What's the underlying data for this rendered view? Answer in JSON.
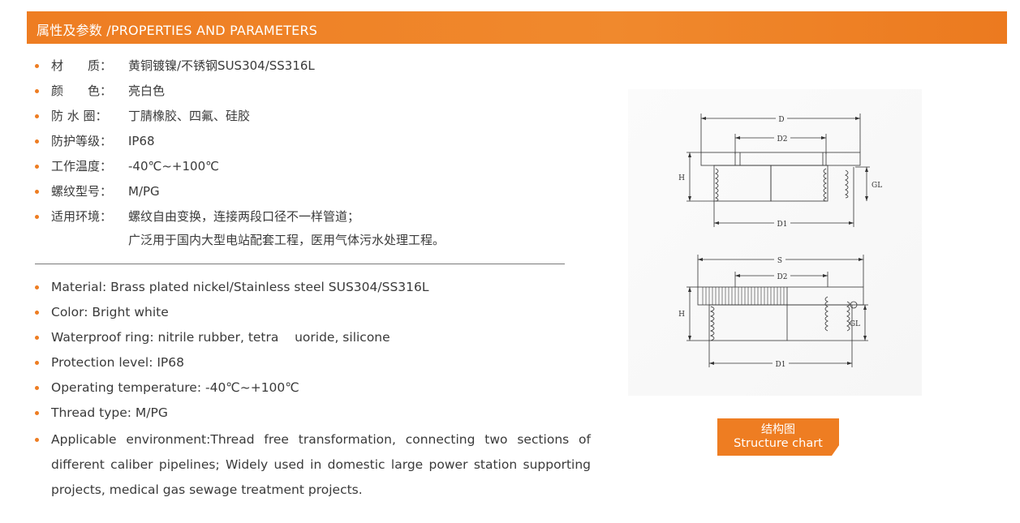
{
  "header": {
    "title": "属性及参数 /PROPERTIES AND PARAMETERS",
    "accent_color": "#ee7d22"
  },
  "cn_specs": [
    {
      "label": "材　　质：",
      "value": "黄铜镀镍/不锈钢SUS304/SS316L"
    },
    {
      "label": "颜　　色：",
      "value": "亮白色"
    },
    {
      "label": "防 水 圈：",
      "value": "丁腈橡胶、四氟、硅胶"
    },
    {
      "label": "防护等级：",
      "value": "IP68"
    },
    {
      "label": "工作温度：",
      "value": "-40℃~+100℃"
    },
    {
      "label": "螺纹型号：",
      "value": "M/PG"
    },
    {
      "label": "适用环境：",
      "value": "螺纹自由变换，连接两段口径不一样管道；",
      "continuation": "广泛用于国内大型电站配套工程，医用气体污水处理工程。"
    }
  ],
  "en_specs": [
    "Material: Brass plated nickel/Stainless steel SUS304/SS316L",
    "Color: Bright white",
    "Waterproof ring: nitrile rubber, tetra    uoride, silicone",
    "Protection level: IP68",
    "Operating temperature: -40℃~+100℃",
    "Thread type: M/PG",
    "Applicable environment:Thread free transformation, connecting two sections of different caliber pipelines; Widely used in domestic large power station supporting projects, medical gas sewage treatment projects."
  ],
  "diagram": {
    "top_labels": {
      "d": "D",
      "d2": "D2",
      "h": "H",
      "gl": "GL",
      "d1": "D1"
    },
    "bottom_labels": {
      "s": "S",
      "d2": "D2",
      "h": "H",
      "gl": "GL",
      "d1": "D1"
    }
  },
  "badge": {
    "cn": "结构图",
    "en": "Structure chart"
  }
}
